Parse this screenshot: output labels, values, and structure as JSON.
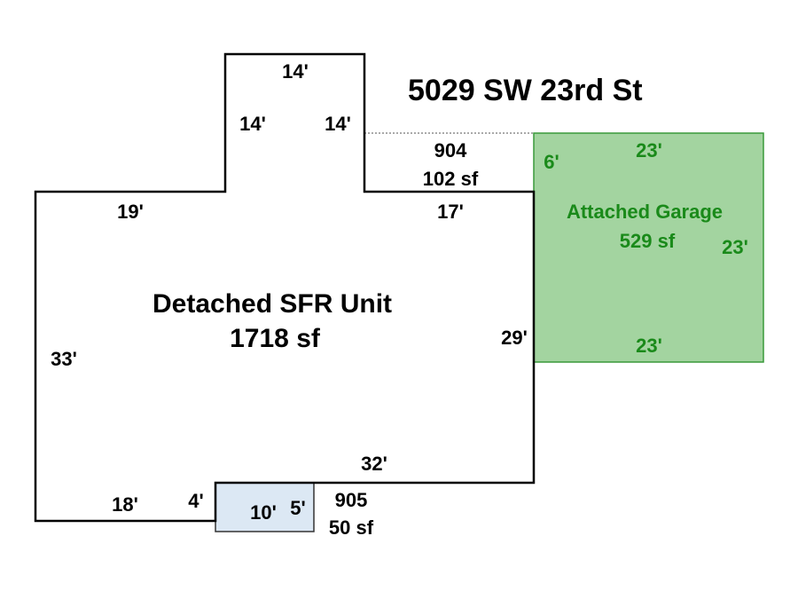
{
  "title": "5029 SW 23rd St",
  "main_unit": {
    "name": "Detached SFR Unit",
    "area": "1718 sf"
  },
  "garage": {
    "name": "Attached Garage",
    "area": "529 sf",
    "dims": {
      "top": "23'",
      "right": "23'",
      "bottom": "23'",
      "left_offset": "6'"
    }
  },
  "area_904": {
    "id": "904",
    "area": "102 sf"
  },
  "area_905": {
    "id": "905",
    "area": "50 sf"
  },
  "dims": {
    "bump_top": "14'",
    "bump_left": "14'",
    "bump_right": "14'",
    "left_top": "19'",
    "right_top": "17'",
    "left_side": "33'",
    "right_side": "29'",
    "bottom_right": "32'",
    "bottom_left": "18'",
    "notch_left": "4'",
    "notch_bottom": "10'",
    "notch_right": "5'"
  },
  "colors": {
    "garage_fill": "#a3d4a0",
    "garage_stroke": "#3a9a3a",
    "garage_text": "#1a8a1a",
    "notch_fill": "#dce8f4",
    "outline": "#000000"
  }
}
